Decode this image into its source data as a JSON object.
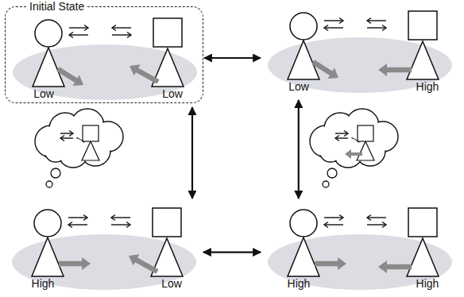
{
  "diagram": {
    "nodes": [
      {
        "text": [
          "Initial State"
        ]
      },
      {
        "text": [
          "Low",
          "Low"
        ],
        "in": 0
      },
      {
        "text": [
          "Low",
          "High"
        ]
      },
      {
        "text": [
          "High",
          "Low"
        ]
      },
      {
        "text": [
          "High",
          "High"
        ]
      }
    ],
    "edges": [
      {
        "from": 1,
        "to": 2,
        "arrow": "both"
      },
      {
        "from": 1,
        "to": 3,
        "arrow": "both"
      },
      {
        "from": 2,
        "to": 4,
        "arrow": "both"
      },
      {
        "from": 3,
        "to": 4,
        "arrow": "both"
      }
    ]
  }
}
